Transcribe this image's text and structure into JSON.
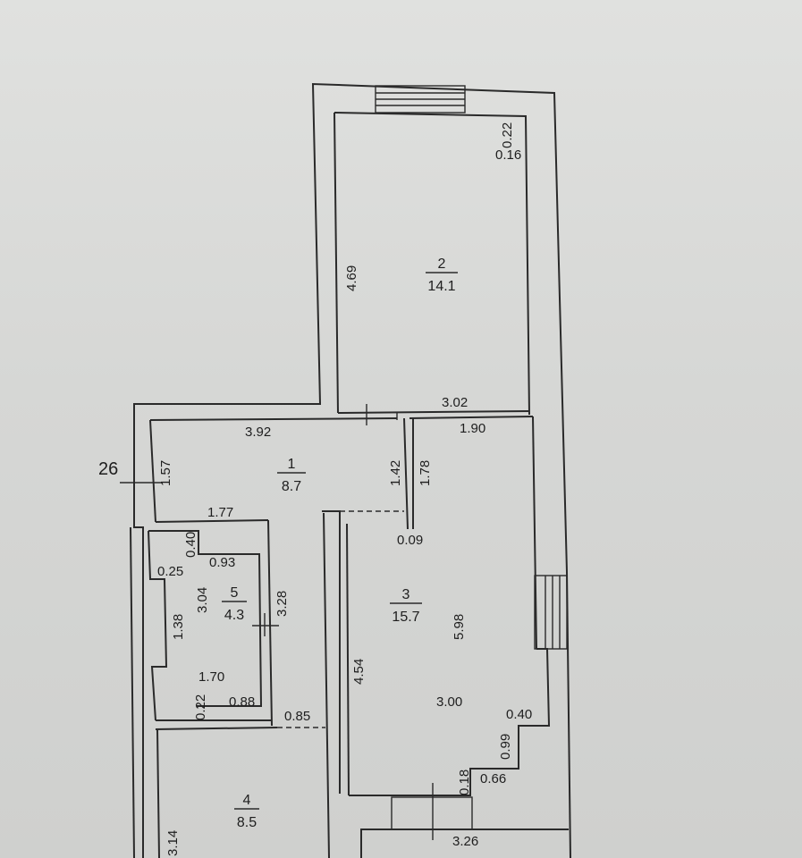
{
  "rooms": [
    {
      "id": "r2",
      "number": "2",
      "area": "14.1"
    },
    {
      "id": "r1",
      "number": "1",
      "area": "8.7"
    },
    {
      "id": "r5",
      "number": "5",
      "area": "4.3"
    },
    {
      "id": "r3",
      "number": "3",
      "area": "15.7"
    },
    {
      "id": "r4",
      "number": "4",
      "area": "8.5"
    }
  ],
  "dimensions": {
    "d_022": "0.22",
    "d_016": "0.16",
    "d_469": "4.69",
    "d_302": "3.02",
    "d_392": "3.92",
    "d_190": "1.90",
    "d_157": "1.57",
    "d_142": "1.42",
    "d_178": "1.78",
    "d_177": "1.77",
    "d_040": "0.40",
    "d_093": "0.93",
    "d_025": "0.25",
    "d_304": "3.04",
    "d_328": "3.28",
    "d_138": "1.38",
    "d_170": "1.70",
    "d_022b": "0.22",
    "d_088": "0.88",
    "d_085": "0.85",
    "d_009": "0.09",
    "d_454": "4.54",
    "d_598": "5.98",
    "d_300": "3.00",
    "d_040b": "0.40",
    "d_099": "0.99",
    "d_018": "0.18",
    "d_066": "0.66",
    "d_314": "3.14",
    "d_326": "3.26"
  },
  "marker": "26"
}
